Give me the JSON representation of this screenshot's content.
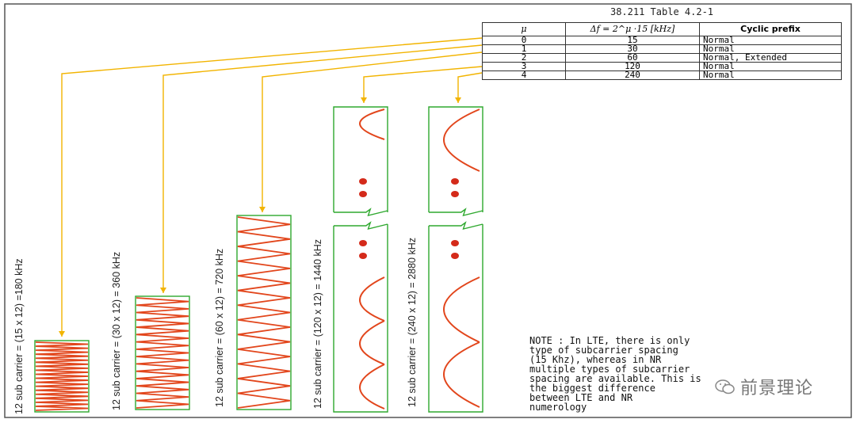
{
  "table": {
    "title": "38.211 Table 4.2-1",
    "headers": [
      "μ",
      "Δf = 2^μ ·15 [kHz]",
      "Cyclic prefix"
    ],
    "rows": [
      [
        "0",
        "15",
        "Normal"
      ],
      [
        "1",
        "30",
        "Normal"
      ],
      [
        "2",
        "60",
        "Normal, Extended"
      ],
      [
        "3",
        "120",
        "Normal"
      ],
      [
        "4",
        "240",
        "Normal"
      ]
    ]
  },
  "bandwidth_labels": [
    "12 sub carrier = (15 x 12) =180 kHz",
    "12 sub carrier = (30 x 12) = 360 kHz",
    "12 sub carrier = (60 x 12) = 720 kHz",
    "12 sub carrier = (120 x 12) = 1440 kHz",
    "12 sub carrier = (240 x 12) = 2880 kHz"
  ],
  "note": "NOTE : In LTE, there is only\ntype of subcarrier spacing\n(15 Khz), whereas in NR\nmultiple types of subcarrier\nspacing are available. This is\nthe biggest difference\nbetween LTE and NR\nnumerology",
  "watermark": "前景理论",
  "colors": {
    "arrow": "#f2b400",
    "wave": "#e2461c",
    "box": "#2ea82e",
    "dot": "#d42a1a",
    "frame": "#555555"
  }
}
